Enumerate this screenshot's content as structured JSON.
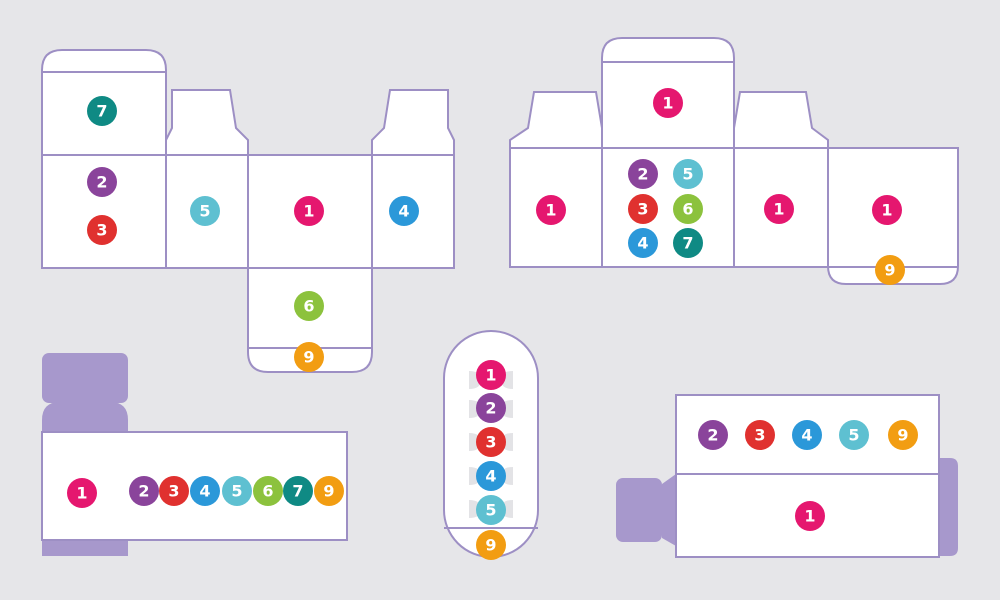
{
  "colors": {
    "background": "#e6e6e9",
    "panel": "#ffffff",
    "outline": "#9d8fc4",
    "cap": "#a798cc",
    "bump": "#e3e3e6"
  },
  "badge_colors": {
    "1": "#e5176f",
    "2": "#8a449b",
    "3": "#e0312f",
    "4": "#2b98d9",
    "5": "#5ec0d1",
    "6": "#8cc23d",
    "7": "#0f8a84",
    "9": "#f29d12"
  },
  "badges": {
    "d1_7": "7",
    "d1_2": "2",
    "d1_3": "3",
    "d1_5": "5",
    "d1_1": "1",
    "d1_4": "4",
    "d1_6": "6",
    "d1_9": "9",
    "d2_1top": "1",
    "d2_1left": "1",
    "d2_2": "2",
    "d2_5": "5",
    "d2_3": "3",
    "d2_6": "6",
    "d2_4": "4",
    "d2_7": "7",
    "d2_1mid": "1",
    "d2_1right": "1",
    "d2_9": "9",
    "d3_1": "1",
    "d3_2": "2",
    "d3_3": "3",
    "d3_4": "4",
    "d3_5": "5",
    "d3_6": "6",
    "d3_7": "7",
    "d3_9": "9",
    "d4_1": "1",
    "d4_2": "2",
    "d4_3": "3",
    "d4_4": "4",
    "d4_5": "5",
    "d4_9": "9",
    "d5_2": "2",
    "d5_3": "3",
    "d5_4": "4",
    "d5_5": "5",
    "d5_9": "9",
    "d5_1": "1"
  }
}
